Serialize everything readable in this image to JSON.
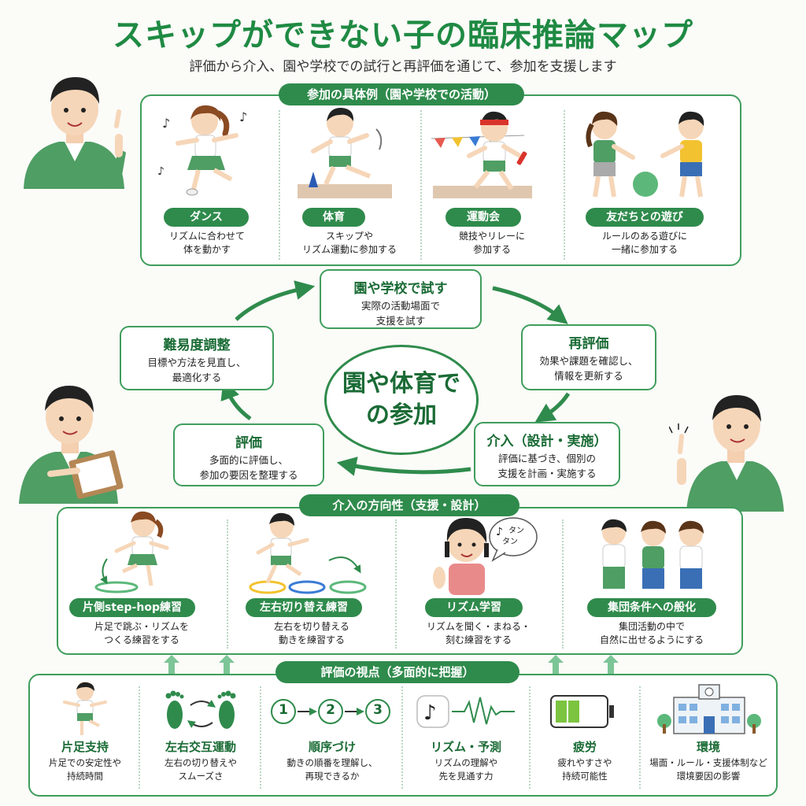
{
  "header": {
    "title": "スキップができない子の臨床推論マップ",
    "subtitle": "評価から介入、園や学校での試行と再評価を通じて、参加を支援します"
  },
  "participation": {
    "heading": "参加の具体例（園や学校での活動）",
    "items": [
      {
        "label": "ダンス",
        "desc1": "リズムに合わせて",
        "desc2": "体を動かす"
      },
      {
        "label": "体育",
        "desc1": "スキップや",
        "desc2": "リズム運動に参加する"
      },
      {
        "label": "運動会",
        "desc1": "競技やリレーに",
        "desc2": "参加する"
      },
      {
        "label": "友だちとの遊び",
        "desc1": "ルールのある遊びに",
        "desc2": "一緒に参加する"
      }
    ]
  },
  "cycle": {
    "center": "園や体育での参加",
    "try": {
      "title": "園や学校で試す",
      "d1": "実際の活動場面で",
      "d2": "支援を試す"
    },
    "reeval": {
      "title": "再評価",
      "d1": "効果や課題を確認し、",
      "d2": "情報を更新する"
    },
    "intervention": {
      "title": "介入（設計・実施）",
      "d1": "評価に基づき、個別の",
      "d2": "支援を計画・実施する"
    },
    "evaluation": {
      "title": "評価",
      "d1": "多面的に評価し、",
      "d2": "参加の要因を整理する"
    },
    "adjust": {
      "title": "難易度調整",
      "d1": "目標や方法を見直し、",
      "d2": "最適化する"
    }
  },
  "direction": {
    "heading": "介入の方向性（支援・設計）",
    "items": [
      {
        "label": "片側step-hop練習",
        "desc1": "片足で跳ぶ・リズムを",
        "desc2": "つくる練習をする"
      },
      {
        "label": "左右切り替え練習",
        "desc1": "左右を切り替える",
        "desc2": "動きを練習する"
      },
      {
        "label": "リズム学習",
        "desc1": "リズムを聞く・まねる・",
        "desc2": "刻む練習をする",
        "bubble1": "タン",
        "bubble2": "タン"
      },
      {
        "label": "集団条件への般化",
        "desc1": "集団活動の中で",
        "desc2": "自然に出せるようにする"
      }
    ]
  },
  "viewpoint": {
    "heading": "評価の視点（多面的に把握）",
    "items": [
      {
        "title": "片足支持",
        "d1": "片足での安定性や",
        "d2": "持続時間"
      },
      {
        "title": "左右交互運動",
        "d1": "左右の切り替えや",
        "d2": "スムーズさ"
      },
      {
        "title": "順序づけ",
        "d1": "動きの順番を理解し、",
        "d2": "再現できるか",
        "n1": "1",
        "n2": "2",
        "n3": "3"
      },
      {
        "title": "リズム・予測",
        "d1": "リズムの理解や",
        "d2": "先を見通す力"
      },
      {
        "title": "疲労",
        "d1": "疲れやすさや",
        "d2": "持続可能性"
      },
      {
        "title": "環境",
        "d1": "場面・ルール・支援体制など",
        "d2": "環境要因の影響"
      }
    ]
  },
  "colors": {
    "accent": "#2f8b4c",
    "title": "#1f8a43",
    "border": "#3f9d5c"
  }
}
